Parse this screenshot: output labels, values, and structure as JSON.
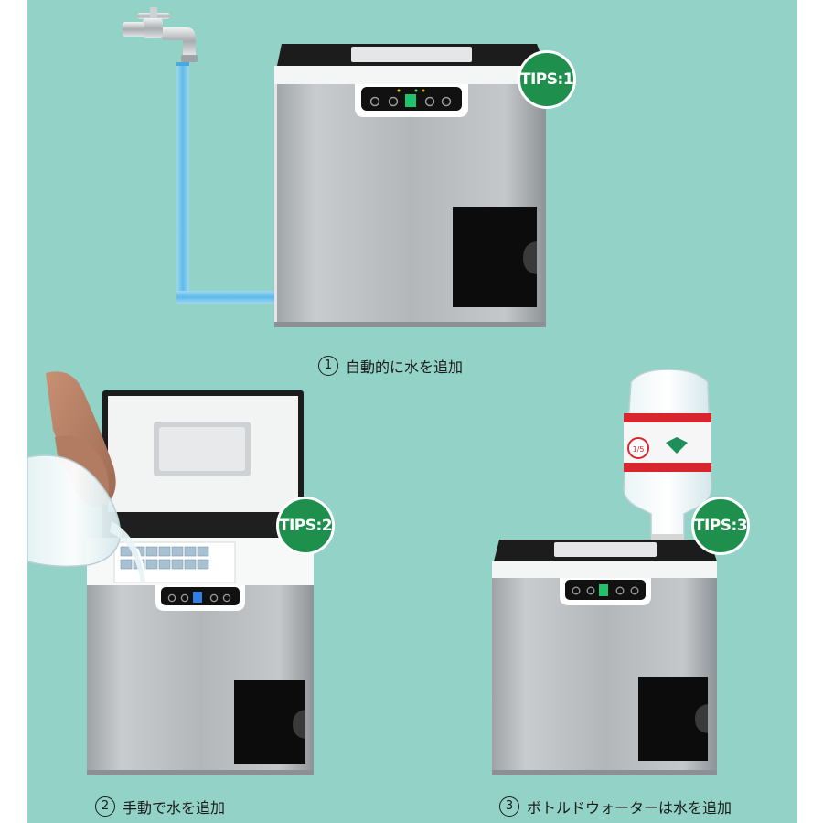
{
  "panels": [
    {
      "badge": "TIPS:1",
      "caption_num": "1",
      "caption_text": "自動的に水を追加"
    },
    {
      "badge": "TIPS:2",
      "caption_num": "2",
      "caption_text": "手動で水を追加"
    },
    {
      "badge": "TIPS:3",
      "caption_num": "3",
      "caption_text": "ボトルドウォーターは水を追加"
    }
  ],
  "bottle_label": "1/5",
  "colors": {
    "background": "#93d2c6",
    "badge": "#1f8f4e",
    "steel": "#b9bdc0",
    "lid": "#1c1c1c",
    "water_tube": "#7cc8ef",
    "bottle_band": "#d8262f"
  },
  "icons": [
    "faucet-icon",
    "water-tube",
    "ice-maker",
    "hand-pouring-jug",
    "water-bottle"
  ]
}
